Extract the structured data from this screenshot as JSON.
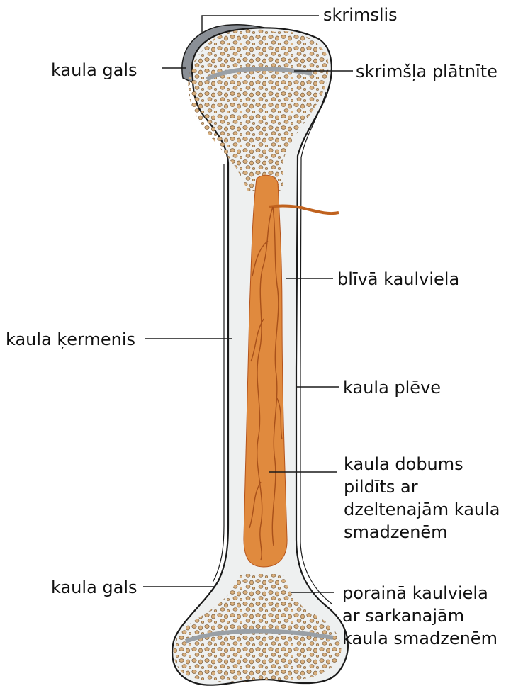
{
  "labels": {
    "cartilage": "skrimslis",
    "epiphysis_top": "kaula gals",
    "growth_plate": "skrimšļa plātnīte",
    "compact_bone": "blīvā kaulviela",
    "shaft": "kaula ķermenis",
    "periosteum": "kaula plēve",
    "cavity_1": "kaula dobums",
    "cavity_2": "pildīts ar",
    "cavity_3": "dzeltenajām kaula",
    "cavity_4": "smadzenēm",
    "epiphysis_bottom": "kaula gals",
    "spongy_1": "porainā kaulviela",
    "spongy_2": "ar sarkanajām",
    "spongy_3": "kaula smadzenēm"
  },
  "colors": {
    "marrow": "#e08a3e",
    "vessel": "#b5531a",
    "bone_fill": "#eef0f0",
    "outline": "#1a1a1a",
    "cartilage": "#8a8f96",
    "spongy_dot": "#d9b07f"
  }
}
